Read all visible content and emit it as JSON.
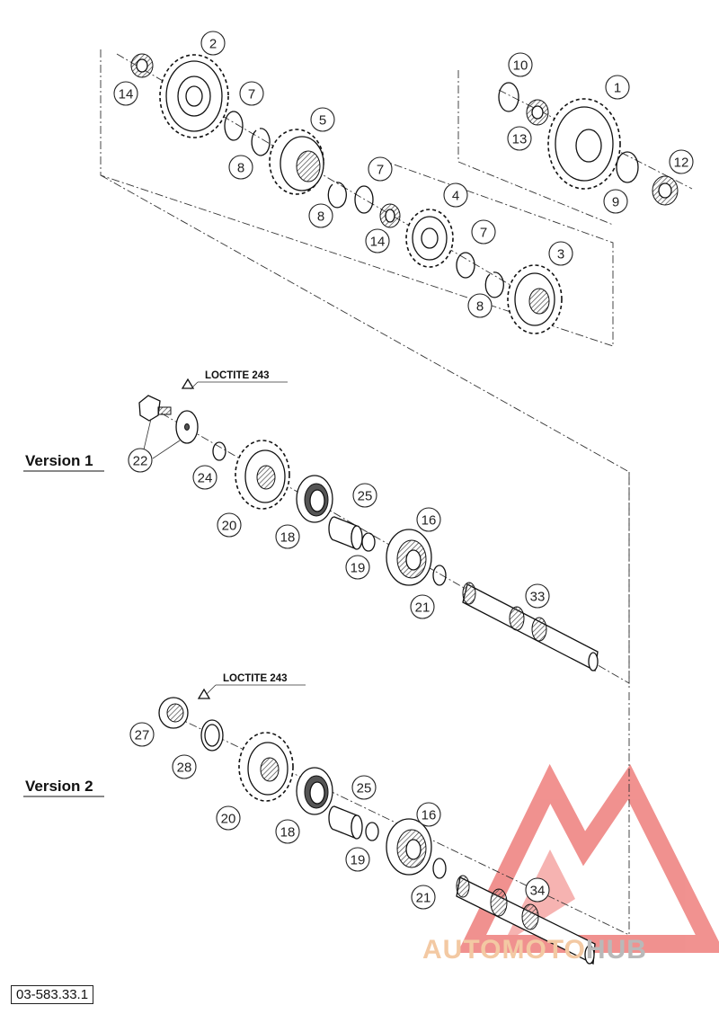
{
  "part_callouts": [
    "1",
    "2",
    "3",
    "4",
    "5",
    "7",
    "8",
    "9",
    "10",
    "12",
    "13",
    "14",
    "16",
    "18",
    "19",
    "20",
    "21",
    "22",
    "24",
    "25",
    "27",
    "28",
    "33",
    "34"
  ],
  "version_labels": {
    "v1": "Version 1",
    "v2": "Version 2"
  },
  "threadlocker_note": "LOCTITE 243",
  "drawing_number": "03-583.33.1",
  "watermark": {
    "brand_left": "AUTOMOTO",
    "brand_right": "HUB",
    "accent_color": "#e53935",
    "secondary_color": "#9e9e9e"
  }
}
